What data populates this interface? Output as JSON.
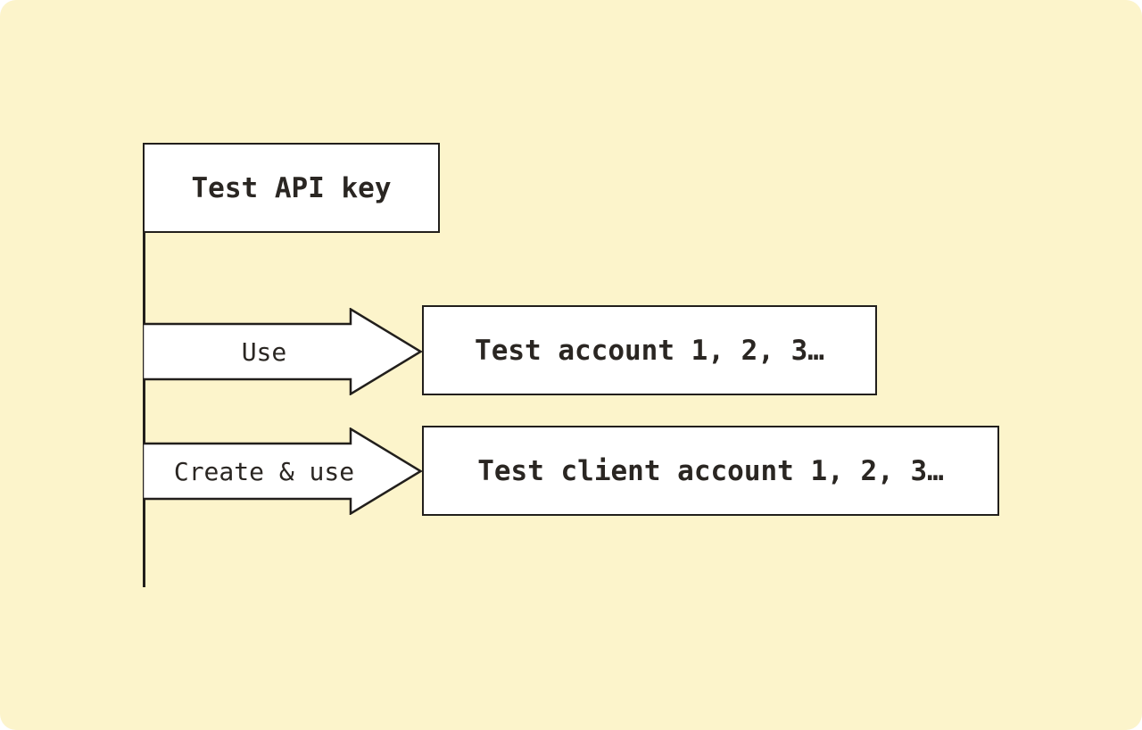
{
  "colors": {
    "card_background": "#FCF4CB",
    "page_background": "#FFFFFF",
    "stroke": "#221F1C",
    "node_background": "#FFFFFF",
    "text": "#2A2622"
  },
  "diagram": {
    "root": {
      "label": "Test API key"
    },
    "branches": [
      {
        "arrow_label": "Use",
        "target_label": "Test account 1, 2, 3…"
      },
      {
        "arrow_label": "Create & use",
        "target_label": "Test client account 1, 2, 3…"
      }
    ]
  }
}
